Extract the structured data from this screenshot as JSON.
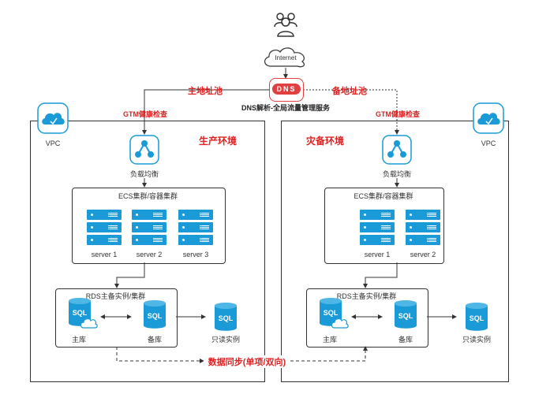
{
  "internet": "Internet",
  "dns": {
    "logo": "DNS",
    "label": "DNS解析-全局流量管理服务"
  },
  "primary_pool": "主地址池",
  "backup_pool": "备地址池",
  "gtm_check": "GTM健康检查",
  "vpc": "VPC",
  "production": {
    "title": "生产环境",
    "lb": "负载均衡",
    "cluster": "ECS集群/容器集群",
    "servers": [
      "server 1",
      "server 2",
      "server 3"
    ],
    "rds": "RDS主备实例/集群",
    "master": "主库",
    "standby": "备库",
    "readonly": "只读实例"
  },
  "disaster": {
    "title": "灾备环境",
    "lb": "负载均衡",
    "cluster": "ECS集群/容器集群",
    "servers": [
      "server 1",
      "server 2"
    ],
    "rds": "RDS主备实例/集群",
    "master": "主库",
    "standby": "备库",
    "readonly": "只读实例"
  },
  "sync": "数据同步(单项/双向)",
  "icons": {
    "users": "users-icon",
    "cloud": "cloud-icon",
    "dns": "dns-icon",
    "vpc": "vpc-cloud-icon",
    "lb": "load-balancer-icon",
    "db": "sql-database-icon",
    "server": "server-icon"
  },
  "colors": {
    "accent": "#1a9ad6",
    "red": "#e02020",
    "dns": "#e04040"
  }
}
